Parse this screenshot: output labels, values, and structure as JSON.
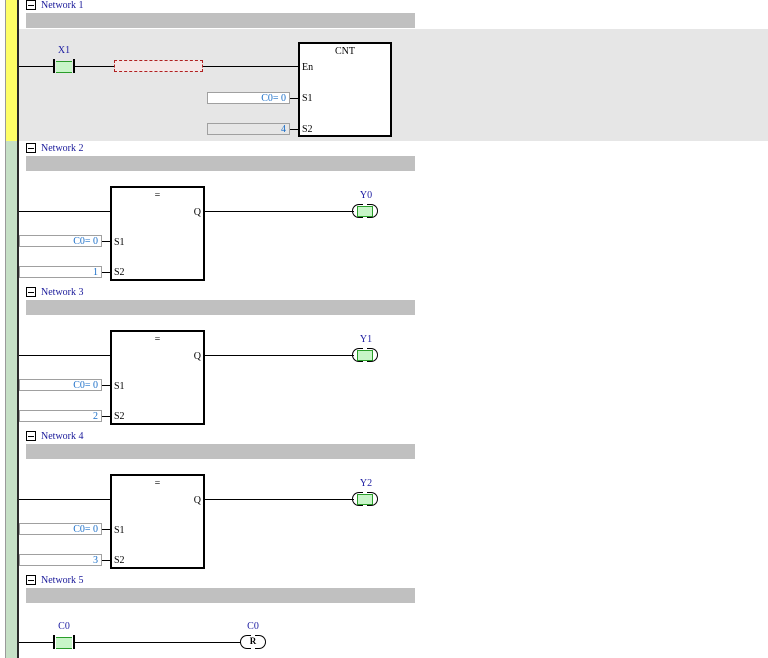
{
  "networks": [
    {
      "title": "Network 1",
      "contact": "X1",
      "block": "CNT",
      "pins": [
        "En",
        "S1",
        "S2"
      ],
      "s1_value": "C0= 0",
      "s2_value": "4"
    },
    {
      "title": "Network 2",
      "block": "=",
      "output_pin": "Q",
      "pins": [
        "S1",
        "S2"
      ],
      "s1_value": "C0= 0",
      "s2_value": "1",
      "coil": "Y0"
    },
    {
      "title": "Network 3",
      "block": "=",
      "output_pin": "Q",
      "pins": [
        "S1",
        "S2"
      ],
      "s1_value": "C0= 0",
      "s2_value": "2",
      "coil": "Y1"
    },
    {
      "title": "Network 4",
      "block": "=",
      "output_pin": "Q",
      "pins": [
        "S1",
        "S2"
      ],
      "s1_value": "C0= 0",
      "s2_value": "3",
      "coil": "Y2"
    },
    {
      "title": "Network 5",
      "contact": "C0",
      "coil": "C0",
      "coil_letter": "R"
    }
  ],
  "colors": {
    "active_bar": "#ffff66",
    "bar": "#c6e0c6",
    "label": "#1a1aa0",
    "value": "#1a6ec8",
    "contact_fill": "#c8f5c8"
  }
}
